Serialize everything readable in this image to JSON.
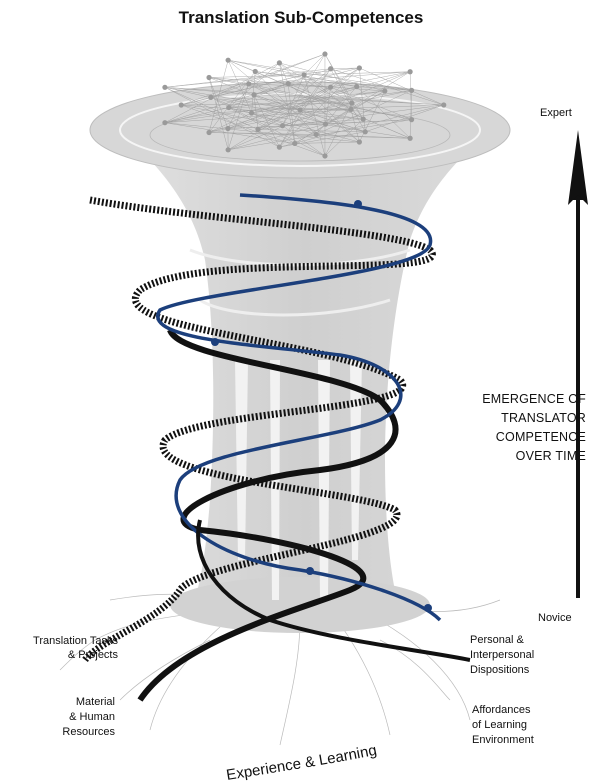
{
  "title": "Translation Sub-Competences",
  "axis": {
    "top_label": "Expert",
    "bottom_label": "Novice",
    "caption_lines": [
      "EMERGENCE OF",
      "TRANSLATOR",
      "COMPETENCE",
      "OVER TIME"
    ]
  },
  "labels": {
    "tasks_lines": [
      "Translation Tasks",
      "& Projects"
    ],
    "material_lines": [
      "Material",
      "& Human",
      "Resources"
    ],
    "personal_lines": [
      "Personal &",
      "Interpersonal",
      "Dispositions"
    ],
    "affordances_lines": [
      "Affordances",
      "of Learning",
      "Environment"
    ],
    "bottom_caption": "Experience & Learning"
  },
  "colors": {
    "blue_strand": "#1c3f7c",
    "black_strand": "#111111",
    "funnel_grey": "#c9c9c9",
    "network_grey": "#8e8e8e"
  }
}
